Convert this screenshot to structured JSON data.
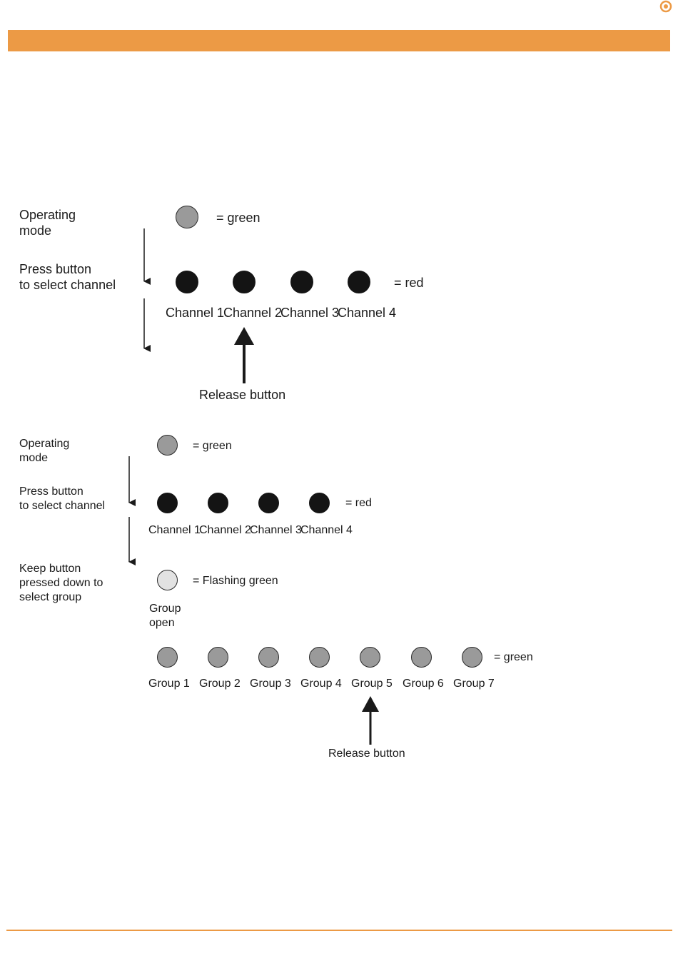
{
  "colors": {
    "accent": "#ec9a45",
    "led_green": "#9a9a9a",
    "led_red": "#141414",
    "led_flashing": "#e2e2e2"
  },
  "corner_icon": "circle-dot-icon",
  "diagram1": {
    "operating_mode": "Operating\nmode",
    "press_button": "Press button\nto select channel",
    "legend_green": "= green",
    "legend_red": "= red",
    "channels": [
      "Channel 1",
      "Channel 2",
      "Channel 3",
      "Channel 4"
    ],
    "release": "Release button"
  },
  "diagram2": {
    "operating_mode": "Operating\nmode",
    "press_button": "Press button\nto select channel",
    "keep_button": "Keep button\npressed down to\nselect group",
    "legend_green": "= green",
    "legend_red": "= red",
    "legend_flashing": "= Flashing green",
    "group_open": "Group\nopen",
    "channels": [
      "Channel 1",
      "Channel 2",
      "Channel 3",
      "Channel 4"
    ],
    "groups": [
      "Group 1",
      "Group 2",
      "Group 3",
      "Group 4",
      "Group 5",
      "Group 6",
      "Group 7"
    ],
    "legend_groups_green": "= green",
    "release": "Release button"
  }
}
